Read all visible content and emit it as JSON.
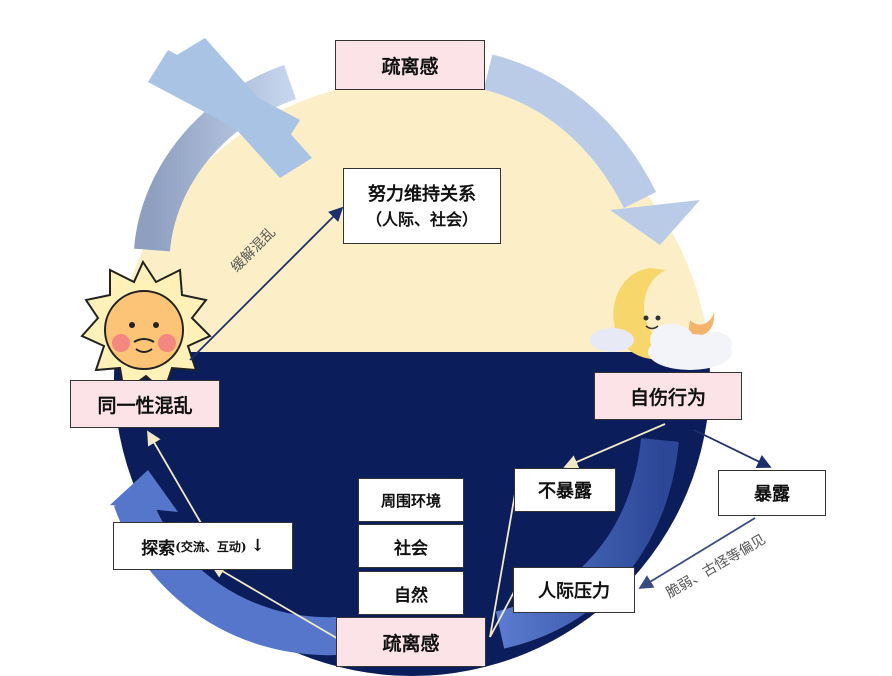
{
  "nodes": {
    "top_alienation": "疏离感",
    "maintain_title": "努力维持关系",
    "maintain_sub": "（人际、社会）",
    "identity_confusion": "同一性混乱",
    "self_harm": "自伤行为",
    "not_exposed": "不暴露",
    "exposed": "暴露",
    "interpersonal_pressure": "人际压力",
    "bottom_alienation": "疏离感",
    "explore_main": "探索",
    "explore_paren": "(交流、互动)",
    "explore_arrow": "↓",
    "env_title": "周围环境",
    "env_society": "社会",
    "env_nature": "自然"
  },
  "edge_labels": {
    "ease_confusion": "缓解混乱",
    "fragile_strange": "脆弱、古怪等偏见"
  },
  "icons": [
    "sun-face-icon",
    "moon-cloud-icon",
    "cross-x-icon"
  ],
  "colors": {
    "day": "#fcefc8",
    "night": "#0c1d5c",
    "top_arc": "#b9cbe6",
    "bottom_arc": "#3e5bb0",
    "box_pink": "#fbe3e8",
    "line_navy": "#1f2f6b",
    "line_cream": "#f1e9c4"
  }
}
